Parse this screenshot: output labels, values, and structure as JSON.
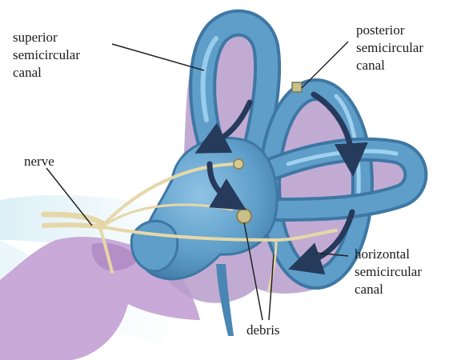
{
  "labels": {
    "superior": [
      "superior",
      "semicircular",
      "canal"
    ],
    "posterior": [
      "posterior",
      "semicircular",
      "canal"
    ],
    "horizontal": [
      "horizontal",
      "semicircular",
      "canal"
    ],
    "nerve": "nerve",
    "debris": "debris"
  },
  "colors": {
    "canal_fill": "#5e9ec9",
    "canal_highlight": "#8fc3e4",
    "canal_shadow": "#3e77a4",
    "membrane": "#b79ccb",
    "bone": "#c9a9d8",
    "nerve": "#e6d7a8",
    "debris": "#c9bf8a",
    "arrow": "#263a5c",
    "leader": "#222222",
    "background_glow": "#d8eef6"
  },
  "icons": [
    "flow-arrow-icon",
    "debris-particle-icon"
  ]
}
